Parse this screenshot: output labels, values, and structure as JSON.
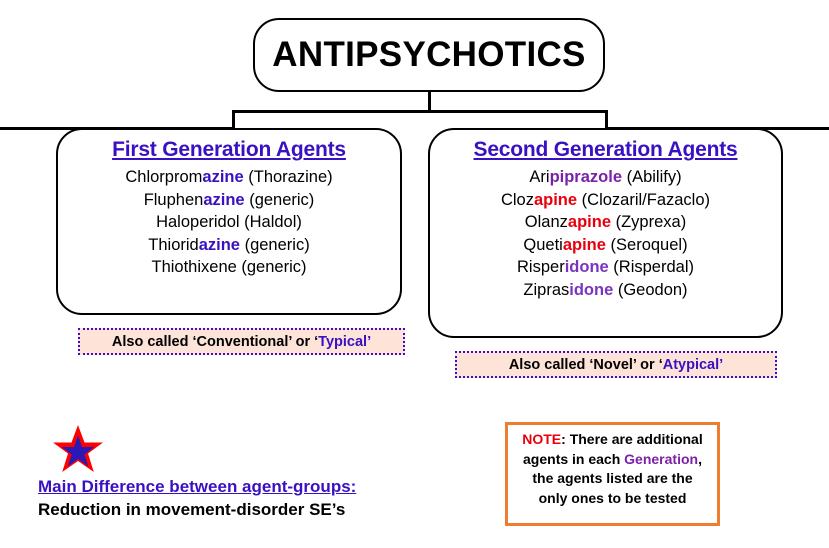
{
  "title": {
    "text": "ANTIPSYCHOTICS"
  },
  "groups": [
    {
      "heading": "First Generation Agents",
      "agents": [
        {
          "pre": "Chlorprom",
          "stem": "azine",
          "stem_class": "azine",
          "post": " (Thorazine)"
        },
        {
          "pre": "Fluphen",
          "stem": "azine",
          "stem_class": "azine",
          "post": " (generic)"
        },
        {
          "pre": "Haloperidol (Haldol)",
          "stem": "",
          "stem_class": "azine",
          "post": ""
        },
        {
          "pre": "Thiorid",
          "stem": "azine",
          "stem_class": "azine",
          "post": " (generic)"
        },
        {
          "pre": "Thiothixene (generic)",
          "stem": "",
          "stem_class": "azine",
          "post": ""
        }
      ]
    },
    {
      "heading": "Second Generation Agents",
      "agents": [
        {
          "pre": "Ari",
          "stem": "piprazole",
          "stem_class": "piprazole",
          "post": " (Abilify)"
        },
        {
          "pre": "Cloz",
          "stem": "apine",
          "stem_class": "apine",
          "post": " (Clozaril/Fazaclo)"
        },
        {
          "pre": "Olanz",
          "stem": "apine",
          "stem_class": "apine",
          "post": " (Zyprexa)"
        },
        {
          "pre": "Queti",
          "stem": "apine",
          "stem_class": "apine",
          "post": " (Seroquel)"
        },
        {
          "pre": "Risper",
          "stem": "idone",
          "stem_class": "idone",
          "post": " (Risperdal)"
        },
        {
          "pre": "Zipras",
          "stem": "idone",
          "stem_class": "idone",
          "post": " (Geodon)"
        }
      ]
    }
  ],
  "callouts": {
    "typical": {
      "prefix": "Also called ‘Conventional’ or ‘",
      "accent": "Typical",
      "suffix": "’"
    },
    "atypical": {
      "prefix": "Also called ‘Novel’ or ‘",
      "accent": "Atypical",
      "suffix": "’"
    }
  },
  "main_difference": {
    "star_icon": "star-icon",
    "heading": "Main Difference between agent-groups:",
    "subheading": "Reduction in movement-disorder SE’s"
  },
  "note": {
    "label": "NOTE",
    "line1_rest": ": There are additional",
    "line2_pre": "agents in each ",
    "line2_accent": "Generation",
    "line2_post": ",",
    "line3": "the agents listed are the",
    "line4": "only ones to be tested"
  },
  "colors": {
    "heading_purple": "#3a11c2",
    "azine_purple": "#3a11c2",
    "apine_red": "#e8000d",
    "idone_violet": "#7a34c0",
    "piprazole_purple": "#7a21a8",
    "callout_fill": "#fde3d8",
    "note_border": "#ed7d31",
    "note_red": "#e8000d",
    "star_outer": "#ff0000",
    "star_inner": "#2b18b5",
    "box_border": "#000000"
  }
}
